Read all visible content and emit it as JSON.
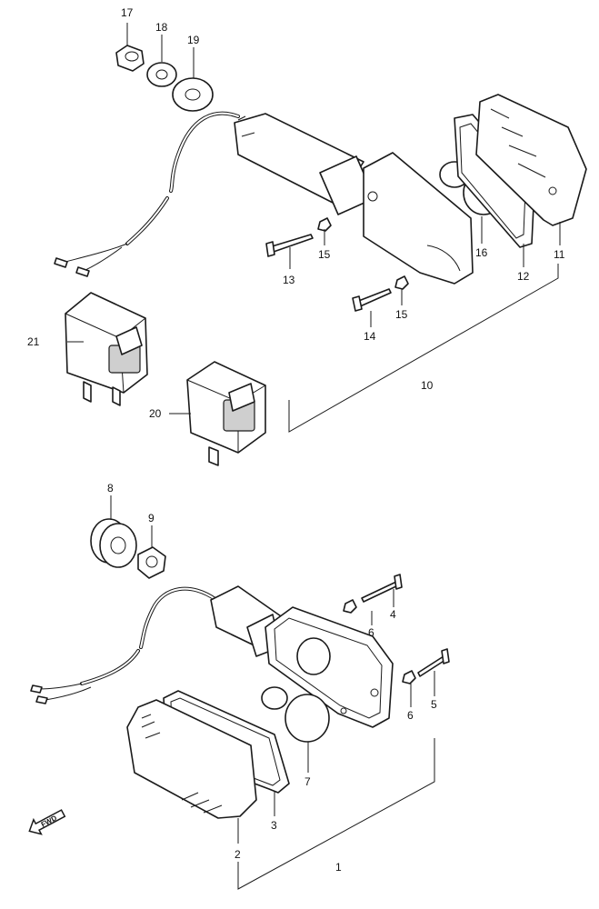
{
  "callouts": {
    "c1": "1",
    "c2": "2",
    "c3": "3",
    "c4": "4",
    "c5": "5",
    "c6a": "6",
    "c6b": "6",
    "c7": "7",
    "c8": "8",
    "c9": "9",
    "c10": "10",
    "c11": "11",
    "c12": "12",
    "c13": "13",
    "c14": "14",
    "c15a": "15",
    "c15b": "15",
    "c16": "16",
    "c17": "17",
    "c18": "18",
    "c19": "19",
    "c20": "20",
    "c21": "21"
  },
  "front_marker": {
    "label": "FWD",
    "icon": "front-arrow-icon"
  }
}
